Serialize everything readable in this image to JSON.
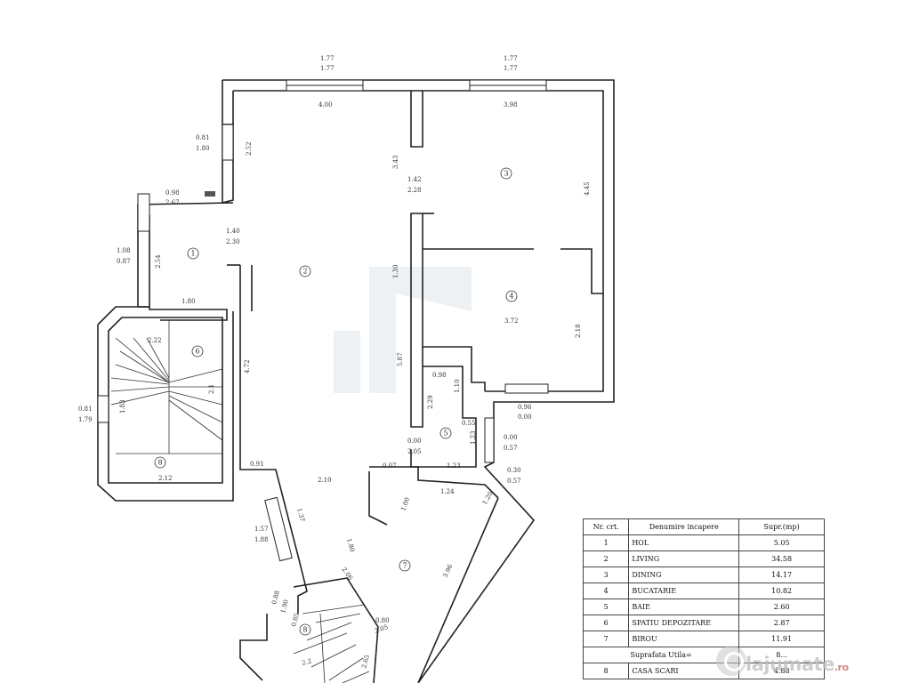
{
  "plan": {
    "room_markers": [
      "1",
      "2",
      "3",
      "4",
      "5",
      "6",
      "7",
      "8",
      "8"
    ],
    "dimensions": {
      "win_top_left_a": "1.77",
      "win_top_left_b": "1.77",
      "win_top_right_a": "1.77",
      "win_top_right_b": "1.77",
      "wall_top_left": "4.00",
      "wall_top_right": "3.98",
      "win_left_a": "0.81",
      "win_left_b": "1.80",
      "left_side": "2.52",
      "door_a": "0.98",
      "door_b": "2.67",
      "hol_a": "1.40",
      "hol_b": "2.30",
      "hol_win_a": "1.08",
      "hol_win_b": "0.87",
      "hol_side": "2.54",
      "hol_bottom": "1.80",
      "mid_3_43": "3.43",
      "mid_1_42": "1.42",
      "mid_2_28": "2.28",
      "dining_side": "4.45",
      "liv_1_30": "1.30",
      "kitchen_3_72": "3.72",
      "kitchen_side": "2.18",
      "liv_5_87": "5.87",
      "liv_4_72": "4.72",
      "stair_2_22": "2.22",
      "stair_2_1": "2.1",
      "stair_1_83": "1.83",
      "stair_win_a": "0.81",
      "stair_win_b": "1.79",
      "stair_bottom": "2.12",
      "bath_0_98": "0.98",
      "bath_1_10": "1.10",
      "bath_2_29": "2.29",
      "bath_0_55": "0.55",
      "bath_1_23": "1.23",
      "bath_door_a": "0.00",
      "bath_door_b": "2.05",
      "k_win_a": "0.96",
      "k_win_b": "0.00",
      "side_win_a": "0.00",
      "side_win_b": "0.57",
      "side_win_c": "0.30",
      "side_win_d": "0.57",
      "bottom_0_91": "0.91",
      "bottom_0_07": "0.07",
      "bottom_1_23": "1.23",
      "bottom_2_10": "2.10",
      "bottom_1_24": "1.24",
      "birou_1_00": "1.00",
      "birou_1_20": "1.20",
      "birou_1_37": "1.37",
      "birou_win_a": "1.57",
      "birou_win_b": "1.88",
      "birou_1_80": "1.80",
      "birou_2_06": "2.06",
      "birou_3_96": "3.96",
      "birou_0_80": "0.80",
      "birou_2_05": "2.05",
      "stair2_a": "0.88",
      "stair2_b": "1.90",
      "stair2_c": "0.85",
      "stair2_d": "2.2",
      "stair2_e": "2.65"
    }
  },
  "legend": {
    "headers": [
      "Nr. crt.",
      "Denumire incapere",
      "Supr.(mp)"
    ],
    "rows": [
      {
        "nr": "1",
        "name": "HOL",
        "area": "5.05"
      },
      {
        "nr": "2",
        "name": "LIVING",
        "area": "34.58"
      },
      {
        "nr": "3",
        "name": "DINING",
        "area": "14.17"
      },
      {
        "nr": "4",
        "name": "BUCATARIE",
        "area": "10.82"
      },
      {
        "nr": "5",
        "name": "BAIE",
        "area": "2.60"
      },
      {
        "nr": "6",
        "name": "SPATIU DEPOZITARE",
        "area": "2.87"
      },
      {
        "nr": "7",
        "name": "BIROU",
        "area": "11.91"
      }
    ],
    "total_label": "Suprafata Utila=",
    "total_value": "8...",
    "extra_row": {
      "nr": "8",
      "name": "CASA SCARI",
      "area": "4.88"
    }
  },
  "watermark": {
    "brand": "lajumate",
    "tld": ".ro"
  }
}
